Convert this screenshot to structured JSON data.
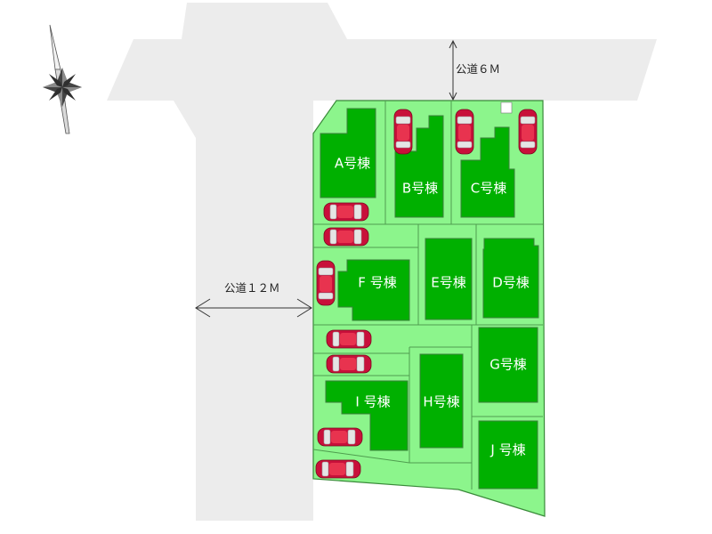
{
  "roads": {
    "north_label": "公道６Ｍ",
    "west_label": "公道１２Ｍ"
  },
  "buildings": [
    {
      "id": "A",
      "label": "A号棟"
    },
    {
      "id": "B",
      "label": "B号棟"
    },
    {
      "id": "C",
      "label": "C号棟"
    },
    {
      "id": "D",
      "label": "D号棟"
    },
    {
      "id": "E",
      "label": "E号棟"
    },
    {
      "id": "F",
      "label": "F 号棟"
    },
    {
      "id": "G",
      "label": "G号棟"
    },
    {
      "id": "H",
      "label": "H号棟"
    },
    {
      "id": "I",
      "label": "I 号棟"
    },
    {
      "id": "J",
      "label": "J 号棟"
    }
  ],
  "colors": {
    "lot": "#8cf58c",
    "building": "#00b000",
    "road": "#ececec",
    "car": "#c8103a"
  },
  "icons": [
    "compass-icon",
    "car-icon"
  ]
}
